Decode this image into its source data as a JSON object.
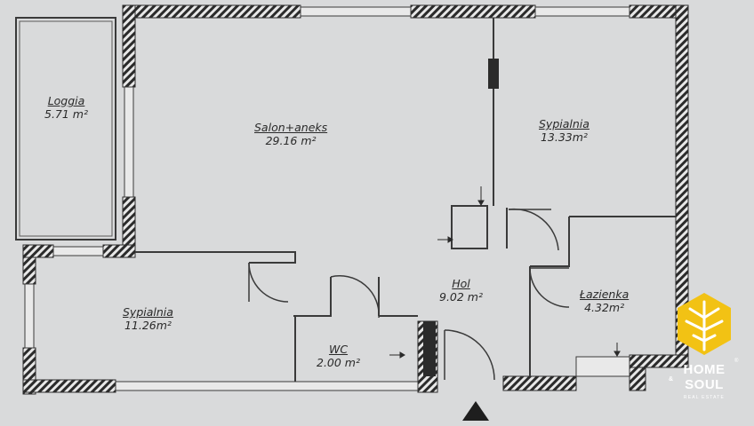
{
  "rooms": {
    "loggia": {
      "name": "Loggia",
      "area": "5.71 m²"
    },
    "salon": {
      "name": "Salon+aneks",
      "area": "29.16 m²"
    },
    "sypialnia_top": {
      "name": "Sypialnia",
      "area": "13.33m²"
    },
    "sypialnia_left": {
      "name": "Sypialnia",
      "area": "11.26m²"
    },
    "hol": {
      "name": "Hol",
      "area": "9.02 m²"
    },
    "lazienka": {
      "name": "Łazienka",
      "area": "4.32m²"
    },
    "wc": {
      "name": "WC",
      "area": "2.00 m²"
    }
  },
  "logo": {
    "line1": "HOME",
    "amp": "&",
    "line2": "SOUL",
    "tagline": "REAL ESTATE",
    "reg": "®",
    "color": "#f2c214"
  },
  "colors": {
    "background": "#d9dadb",
    "wall": "#2b2b2b",
    "ink": "#2a2a2a"
  }
}
